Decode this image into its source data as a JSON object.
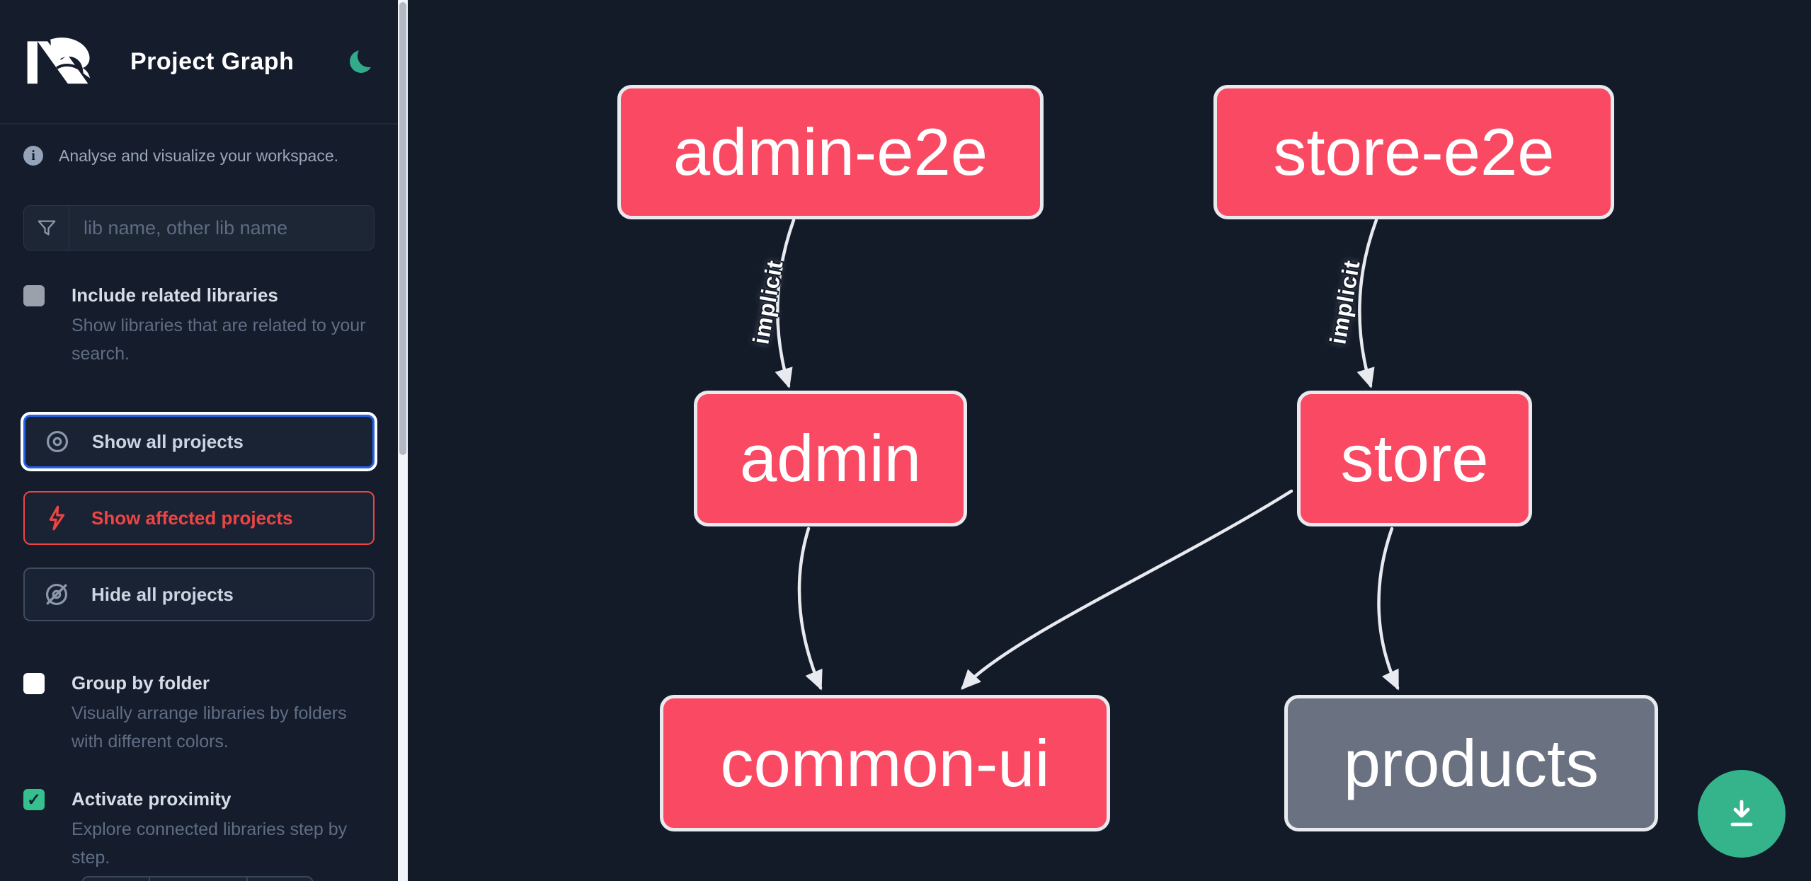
{
  "app": {
    "title": "Project Graph",
    "logo": "Nx",
    "tagline": "Analyse and visualize your workspace."
  },
  "sidebar": {
    "search": {
      "placeholder": "lib name, other lib name",
      "value": ""
    },
    "options": [
      {
        "label": "Include related libraries",
        "description": "Show libraries that are related to your search.",
        "checked": false
      },
      {
        "label": "Group by folder",
        "description": "Visually arrange libraries by folders with different colors.",
        "checked": false
      },
      {
        "label": "Activate proximity",
        "description": "Explore connected libraries step by step.",
        "checked": true
      }
    ],
    "buttons": [
      {
        "label": "Show all projects",
        "state": "focused"
      },
      {
        "label": "Show affected projects",
        "state": "affected"
      },
      {
        "label": "Hide all projects",
        "state": "default"
      }
    ]
  },
  "icons": {
    "checkmark": "✓"
  },
  "graph": {
    "nodes": [
      {
        "id": "admin-e2e",
        "label": "admin-e2e",
        "type": "affected"
      },
      {
        "id": "store-e2e",
        "label": "store-e2e",
        "type": "affected"
      },
      {
        "id": "admin",
        "label": "admin",
        "type": "affected"
      },
      {
        "id": "store",
        "label": "store",
        "type": "affected"
      },
      {
        "id": "common-ui",
        "label": "common-ui",
        "type": "affected"
      },
      {
        "id": "products",
        "label": "products",
        "type": "default"
      }
    ],
    "edges": [
      {
        "from": "admin-e2e",
        "to": "admin",
        "label": "implicit"
      },
      {
        "from": "store-e2e",
        "to": "store",
        "label": "implicit"
      },
      {
        "from": "admin",
        "to": "common-ui",
        "label": ""
      },
      {
        "from": "store",
        "to": "common-ui",
        "label": ""
      },
      {
        "from": "store",
        "to": "products",
        "label": ""
      }
    ]
  },
  "colors": {
    "affected_node": "#fa4a63",
    "default_node": "#6a7180",
    "edge": "#e8eaef",
    "accent_green": "#35b48c",
    "focus_blue": "#2563eb",
    "affected_red": "#ef4444"
  }
}
